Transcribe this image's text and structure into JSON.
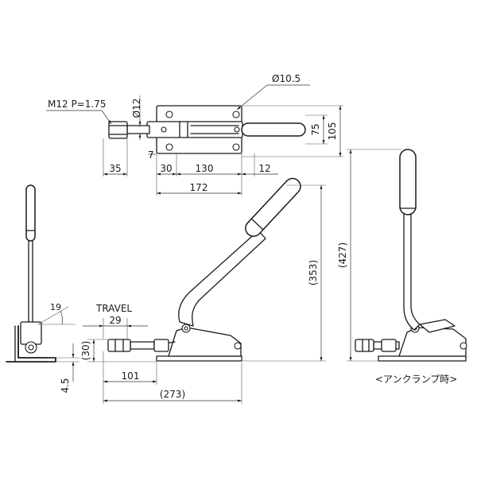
{
  "top_view": {
    "thread_callout": "M12 P=1.75",
    "pin_dia": "Ø10.5",
    "rod_dia": "Ø12",
    "dim_7": "7",
    "dim_35": "35",
    "dim_30": "30",
    "dim_130": "130",
    "dim_12": "12",
    "dim_172": "172",
    "dim_75": "75",
    "dim_105": "105"
  },
  "side_view": {
    "travel_label": "TRAVEL",
    "travel_value": "29",
    "dim_30": "(30)",
    "dim_101": "101",
    "dim_273": "(273)",
    "dim_353": "(353)",
    "dim_4_5": "4.5",
    "dim_427": "(427)"
  },
  "end_view": {
    "angle": "19"
  },
  "unclamp_view": {
    "caption": "<アンクランプ時>"
  }
}
